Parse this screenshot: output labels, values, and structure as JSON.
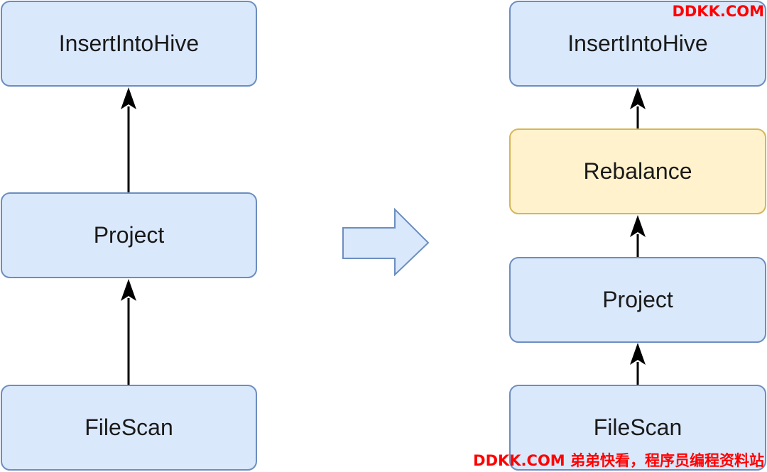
{
  "left_plan": {
    "nodes": [
      "InsertIntoHive",
      "Project",
      "FileScan"
    ]
  },
  "right_plan": {
    "nodes": [
      "InsertIntoHive",
      "Rebalance",
      "Project",
      "FileScan"
    ]
  },
  "colors": {
    "node_fill": "#dae8fc",
    "node_border": "#6c8ebf",
    "highlight_fill": "#fff2cc",
    "highlight_border": "#d6b656",
    "watermark": "#ff0000"
  },
  "watermark": {
    "top": "DDKK.COM",
    "bottom": "DDKK.COM 弟弟快看，程序员编程资料站"
  }
}
